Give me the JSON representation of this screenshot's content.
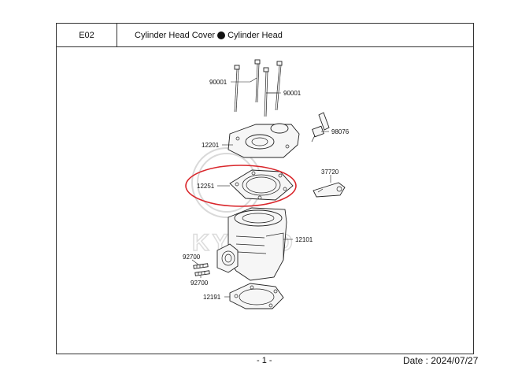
{
  "header": {
    "section_code": "E02",
    "title_part1": "Cylinder Head Cover",
    "title_part2": "Cylinder Head"
  },
  "parts": {
    "bolt_a": "90001",
    "bolt_b": "90001",
    "spark_plug": "98076",
    "head_cover": "12201",
    "gasket": "12251",
    "bracket": "37720",
    "cylinder": "12101",
    "stud_a": "92700",
    "stud_b": "92700",
    "base_gasket": "12191"
  },
  "watermark": "KYMCO",
  "footer": {
    "page": "- 1 -",
    "date": "Date : 2024/07/27"
  },
  "colors": {
    "highlight_ring": "#d9262b",
    "border": "#333333"
  }
}
